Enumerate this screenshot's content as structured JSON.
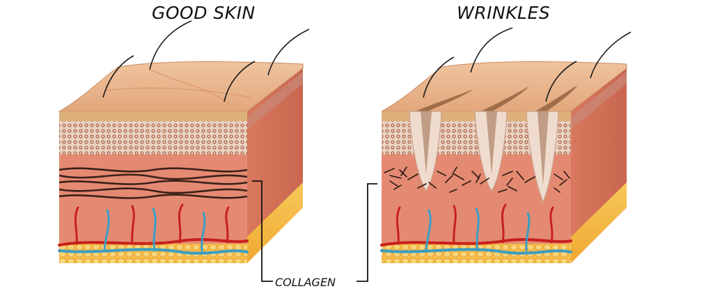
{
  "diagram": {
    "left_title": "GOOD SKIN",
    "right_title": "WRINKLES",
    "callout_label": "COLLAGEN"
  },
  "colors": {
    "skin_surface": "#e9b58c",
    "epidermis": "#d9865a",
    "dermis": "#e0806a",
    "fat_layer": "#f5b642",
    "collagen_fiber": "#3a2018",
    "artery": "#c8201c",
    "vein": "#3a9ec4"
  }
}
